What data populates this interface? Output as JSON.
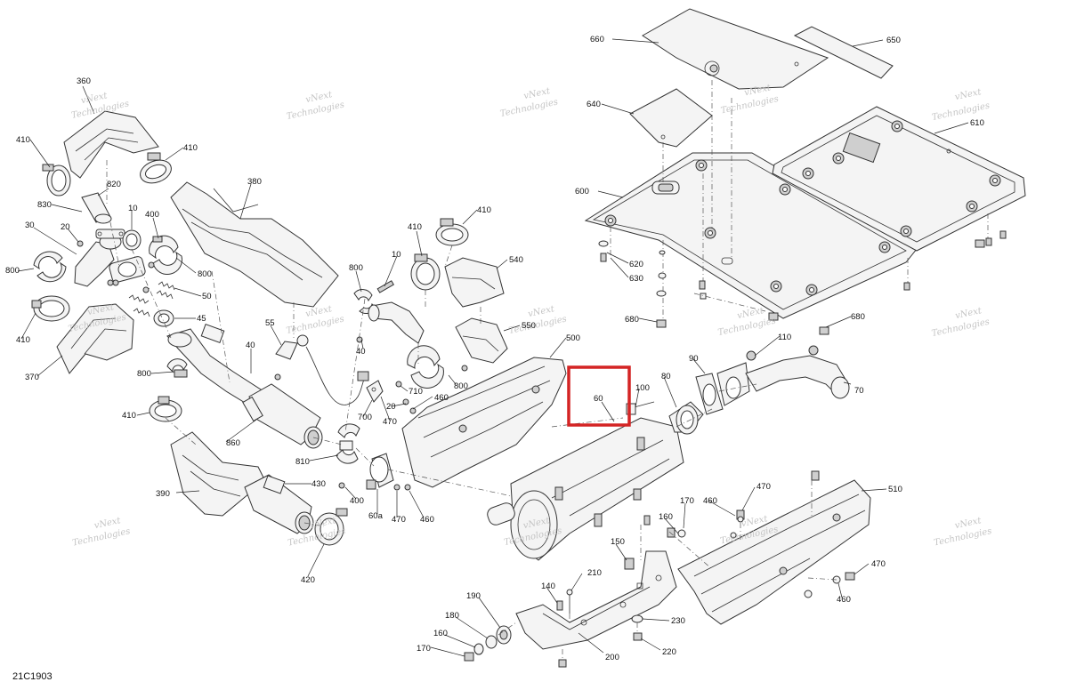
{
  "diagram": {
    "code": "21C1903",
    "watermark": {
      "line1": "vNext Technologies",
      "line2": "vNext",
      "line3": "Technologies"
    },
    "highlight": {
      "label": "60",
      "color": "#d42424"
    },
    "callouts": [
      {
        "id": "660",
        "text": "660"
      },
      {
        "id": "650",
        "text": "650"
      },
      {
        "id": "640",
        "text": "640"
      },
      {
        "id": "610",
        "text": "610"
      },
      {
        "id": "600",
        "text": "600"
      },
      {
        "id": "620",
        "text": "620"
      },
      {
        "id": "630",
        "text": "630"
      },
      {
        "id": "680a",
        "text": "680"
      },
      {
        "id": "680b",
        "text": "680"
      },
      {
        "id": "360",
        "text": "360"
      },
      {
        "id": "410a",
        "text": "410"
      },
      {
        "id": "410b",
        "text": "410"
      },
      {
        "id": "820",
        "text": "820"
      },
      {
        "id": "830",
        "text": "830"
      },
      {
        "id": "380",
        "text": "380"
      },
      {
        "id": "10a",
        "text": "10"
      },
      {
        "id": "400a",
        "text": "400"
      },
      {
        "id": "30",
        "text": "30"
      },
      {
        "id": "20a",
        "text": "20"
      },
      {
        "id": "800a",
        "text": "800"
      },
      {
        "id": "800b",
        "text": "800"
      },
      {
        "id": "50",
        "text": "50"
      },
      {
        "id": "410c",
        "text": "410"
      },
      {
        "id": "370",
        "text": "370"
      },
      {
        "id": "45",
        "text": "45"
      },
      {
        "id": "55",
        "text": "55"
      },
      {
        "id": "40a",
        "text": "40"
      },
      {
        "id": "800c",
        "text": "800"
      },
      {
        "id": "410d",
        "text": "410"
      },
      {
        "id": "860",
        "text": "860"
      },
      {
        "id": "390",
        "text": "390"
      },
      {
        "id": "430",
        "text": "430"
      },
      {
        "id": "420",
        "text": "420"
      },
      {
        "id": "410e",
        "text": "410"
      },
      {
        "id": "410f",
        "text": "410"
      },
      {
        "id": "10b",
        "text": "10"
      },
      {
        "id": "800d",
        "text": "800"
      },
      {
        "id": "40b",
        "text": "40"
      },
      {
        "id": "540",
        "text": "540"
      },
      {
        "id": "550",
        "text": "550"
      },
      {
        "id": "500",
        "text": "500"
      },
      {
        "id": "710",
        "text": "710"
      },
      {
        "id": "20b",
        "text": "20"
      },
      {
        "id": "800e",
        "text": "800"
      },
      {
        "id": "460a",
        "text": "460"
      },
      {
        "id": "470a",
        "text": "470"
      },
      {
        "id": "700",
        "text": "700"
      },
      {
        "id": "810",
        "text": "810"
      },
      {
        "id": "400b",
        "text": "400"
      },
      {
        "id": "60a",
        "text": "60a"
      },
      {
        "id": "470b",
        "text": "470"
      },
      {
        "id": "460b",
        "text": "460"
      },
      {
        "id": "100",
        "text": "100"
      },
      {
        "id": "90",
        "text": "90"
      },
      {
        "id": "80",
        "text": "80"
      },
      {
        "id": "110",
        "text": "110"
      },
      {
        "id": "70",
        "text": "70"
      },
      {
        "id": "470c",
        "text": "470"
      },
      {
        "id": "460c",
        "text": "460"
      },
      {
        "id": "170a",
        "text": "170"
      },
      {
        "id": "160a",
        "text": "160"
      },
      {
        "id": "510",
        "text": "510"
      },
      {
        "id": "470d",
        "text": "470"
      },
      {
        "id": "460d",
        "text": "460"
      },
      {
        "id": "150",
        "text": "150"
      },
      {
        "id": "210",
        "text": "210"
      },
      {
        "id": "140",
        "text": "140"
      },
      {
        "id": "190",
        "text": "190"
      },
      {
        "id": "180",
        "text": "180"
      },
      {
        "id": "160b",
        "text": "160"
      },
      {
        "id": "170b",
        "text": "170"
      },
      {
        "id": "230",
        "text": "230"
      },
      {
        "id": "220",
        "text": "220"
      },
      {
        "id": "200",
        "text": "200"
      }
    ]
  }
}
